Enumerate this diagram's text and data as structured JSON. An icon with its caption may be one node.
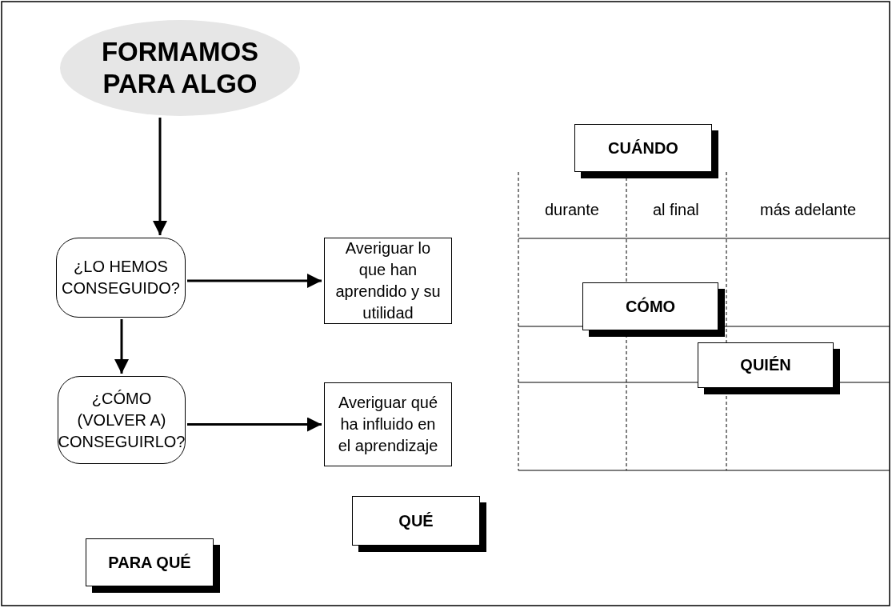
{
  "diagram": {
    "nodes": [
      {
        "text": [
          "FORMAMOS PARA ALGO"
        ]
      },
      {
        "text": [
          "¿LO HEMOS CONSEGUIDO?"
        ]
      },
      {
        "text": [
          "Averiguar lo que han aprendido y su utilidad"
        ]
      },
      {
        "text": [
          "¿CÓMO (VOLVER A) CONSEGUIRLO?"
        ]
      },
      {
        "text": [
          "Averiguar qué ha influido en el aprendizaje"
        ]
      },
      {
        "text": [
          "CUÁNDO"
        ]
      },
      {
        "text": [
          "CÓMO"
        ]
      },
      {
        "text": [
          "QUIÉN"
        ]
      },
      {
        "text": [
          "QUÉ"
        ]
      },
      {
        "text": [
          "PARA QUÉ"
        ]
      }
    ],
    "edges": [
      {
        "from": 0,
        "to": 1,
        "arrow": "to"
      },
      {
        "from": 1,
        "to": 2,
        "arrow": "to"
      },
      {
        "from": 1,
        "to": 3,
        "arrow": "to"
      },
      {
        "from": 3,
        "to": 4,
        "arrow": "to"
      }
    ],
    "labels": [
      "durante",
      "al final",
      "más adelante"
    ]
  }
}
